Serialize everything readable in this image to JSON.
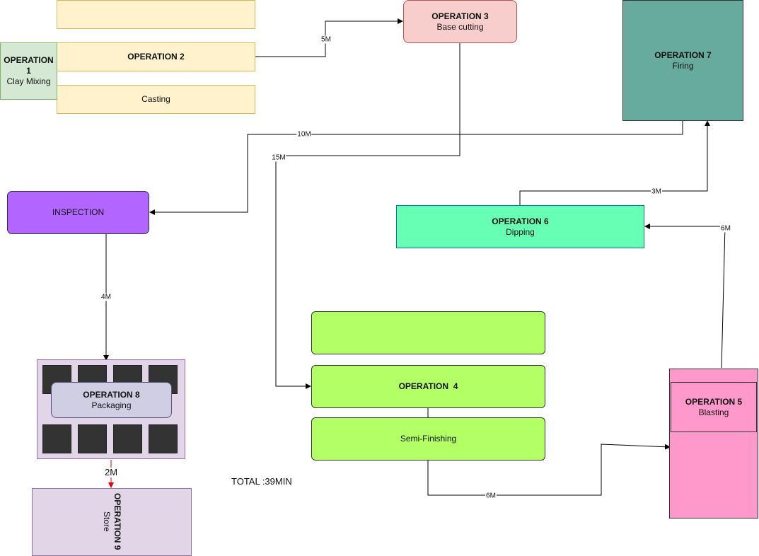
{
  "nodes": {
    "op1": {
      "title": "OPERATION 1",
      "subtitle": "Clay Mixing"
    },
    "op2": {
      "title": "OPERATION 2",
      "subtitle": ""
    },
    "op2_casting": {
      "label": "Casting"
    },
    "op3": {
      "title": "OPERATION 3",
      "subtitle": "Base cutting"
    },
    "op4": {
      "title": "OPERATION  4",
      "subtitle": ""
    },
    "op4_semi": {
      "label": "Semi-Finishing"
    },
    "op5": {
      "title": "OPERATION 5",
      "subtitle": "Blasting"
    },
    "op6": {
      "title": "OPERATION 6",
      "subtitle": "Dipping"
    },
    "op7": {
      "title": "OPERATION 7",
      "subtitle": "Firing"
    },
    "op8": {
      "title": "OPERATION 8",
      "subtitle": "Packaging"
    },
    "op9": {
      "title": "OPERATION 9",
      "subtitle": "Store"
    },
    "inspection": {
      "label": "INSPECTION"
    }
  },
  "edges": {
    "op2_op3": "5M",
    "op3_op4": "15M",
    "op4_op5": "6M",
    "op5_op6": "6M",
    "op6_op7": "3M",
    "op7_inspection": "10M",
    "inspection_op8": "4M",
    "op8_op9": "2M"
  },
  "total": "TOTAL :39MIN",
  "colors": {
    "line": "#000000",
    "store_arrow": "#e00000",
    "op7_fill": "#67ab9f",
    "op5_fill": "#ff99cc",
    "op4_fill": "#b3ff66",
    "inspection_fill": "#b266ff"
  }
}
